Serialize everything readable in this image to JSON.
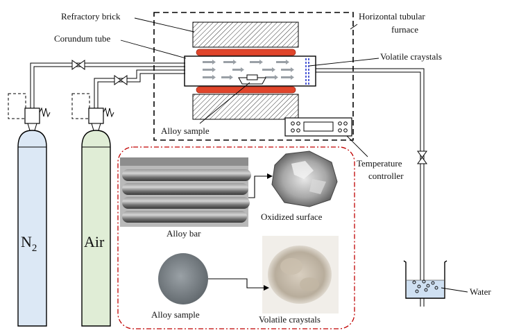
{
  "labels": {
    "refractory_brick": "Refractory brick",
    "corundum_tube": "Corundum tube",
    "furnace_line1": "Horizontal tubular",
    "furnace_line2": "furnace",
    "volatile_top": "Volatile craystals",
    "alloy_sample_furnace": "Alloy sample",
    "temp_line1": "Temperature",
    "temp_line2": "controller",
    "water": "Water",
    "n2_main": "N",
    "n2_sub": "2",
    "air": "Air",
    "alloy_bar": "Alloy bar",
    "oxidized_surface": "Oxidized surface",
    "alloy_sample_photo": "Alloy sample",
    "volatile_photo": "Volatile craystals"
  },
  "colors": {
    "n2_cylinder": "#dce8f5",
    "air_cylinder": "#e0edd6",
    "heater": "#e0452b",
    "inset_border": "#c00000",
    "crystal_zone": "#2233cc",
    "water": "#cfe0f2"
  }
}
